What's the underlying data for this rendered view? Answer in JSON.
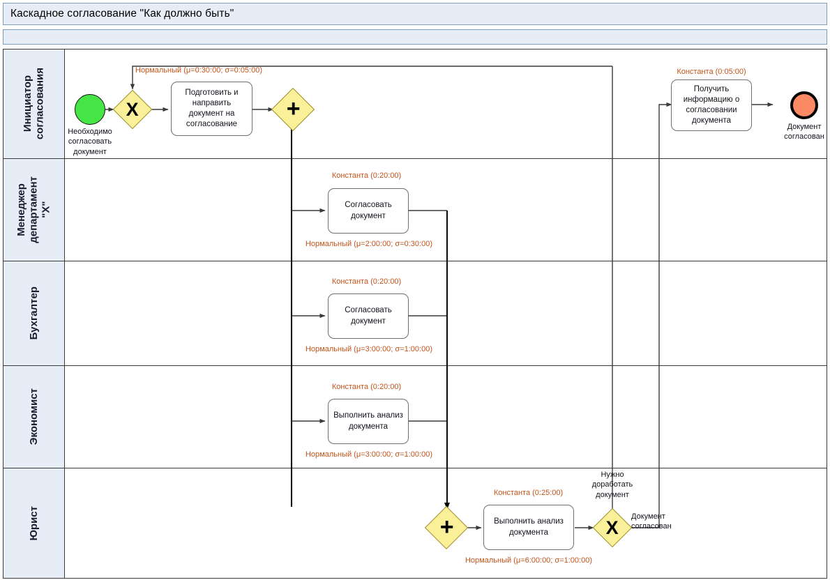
{
  "diagram": {
    "title": "Каскадное согласование \"Как должно быть\"",
    "type": "bpmn-swimlane-diagram",
    "colors": {
      "header_band": "#e6edf7",
      "lane_header": "#e6edf7",
      "gateway_fill": "#fbf09a",
      "start_event_fill": "#46e546",
      "end_event_fill": "#fb8a64",
      "distribution_label": "#c1541a",
      "border": "#3a3a3a"
    }
  },
  "lanes": [
    {
      "id": "initiator",
      "label": "Инициатор\nсогласования"
    },
    {
      "id": "manager",
      "label": "Менеджер\nдепартамент\n\"X\""
    },
    {
      "id": "accountant",
      "label": "Бухгалтер"
    },
    {
      "id": "economist",
      "label": "Экономист"
    },
    {
      "id": "lawyer",
      "label": "Юрист"
    }
  ],
  "nodes": {
    "start_event": {
      "label": "Необходимо\nсогласовать\nдокумент"
    },
    "gateway_x_start": {
      "glyph": "X",
      "kind": "exclusive-gateway"
    },
    "task_prepare": {
      "label": "Подготовить и\nнаправить\nдокумент на\nсогласование",
      "distribution": "Нормальный (μ=0:30:00; σ=0:05:00)"
    },
    "gateway_plus_split": {
      "glyph": "+",
      "kind": "parallel-gateway"
    },
    "task_manager_approve": {
      "label": "Согласовать\nдокумент",
      "distribution_top": "Константа (0:20:00)",
      "distribution_bottom": "Нормальный (μ=2:00:00; σ=0:30:00)"
    },
    "task_accountant_approve": {
      "label": "Согласовать\nдокумент",
      "distribution_top": "Константа (0:20:00)",
      "distribution_bottom": "Нормальный (μ=3:00:00; σ=1:00:00)"
    },
    "task_economist_analyze": {
      "label": "Выполнить\nанализ\nдокумента",
      "distribution_top": "Константа (0:20:00)",
      "distribution_bottom": "Нормальный (μ=3:00:00; σ=1:00:00)"
    },
    "gateway_plus_join": {
      "glyph": "+",
      "kind": "parallel-gateway"
    },
    "task_lawyer_analyze": {
      "label": "Выполнить\nанализ\nдокумента",
      "distribution_top": "Константа (0:25:00)",
      "distribution_bottom": "Нормальный (μ=6:00:00; σ=1:00:00)"
    },
    "gateway_x_end": {
      "glyph": "X",
      "kind": "exclusive-gateway"
    },
    "task_get_info": {
      "label": "Получить\nинформацию о\nсогласовании\nдокумента",
      "distribution_top": "Константа (0:05:00)"
    },
    "end_event": {
      "label": "Документ\nсогласован"
    }
  },
  "flow_labels": {
    "rework": "Нужно\nдоработать\nдокумент",
    "approved": "Документ\nсогласован"
  }
}
